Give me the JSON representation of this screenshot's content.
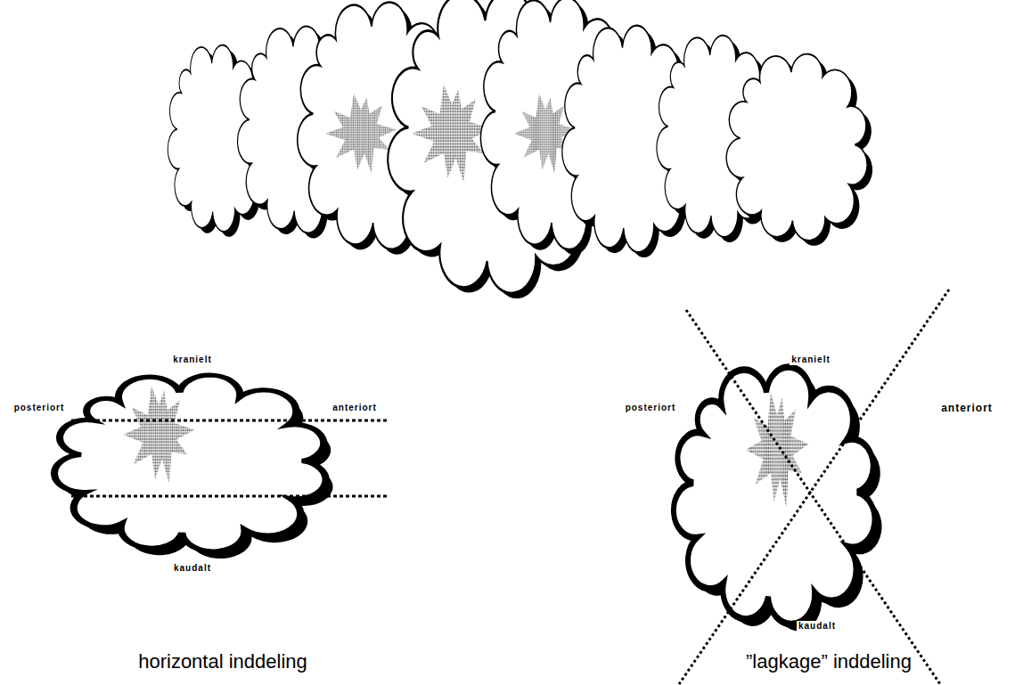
{
  "diagram": {
    "labels": [
      "kranielt",
      "posteriort",
      "anteriort",
      "kaudalt",
      "horizontal inddeling",
      "kranielt",
      "posteriort",
      "anteriort",
      "kaudalt",
      "”lagkage” inddeling"
    ]
  }
}
